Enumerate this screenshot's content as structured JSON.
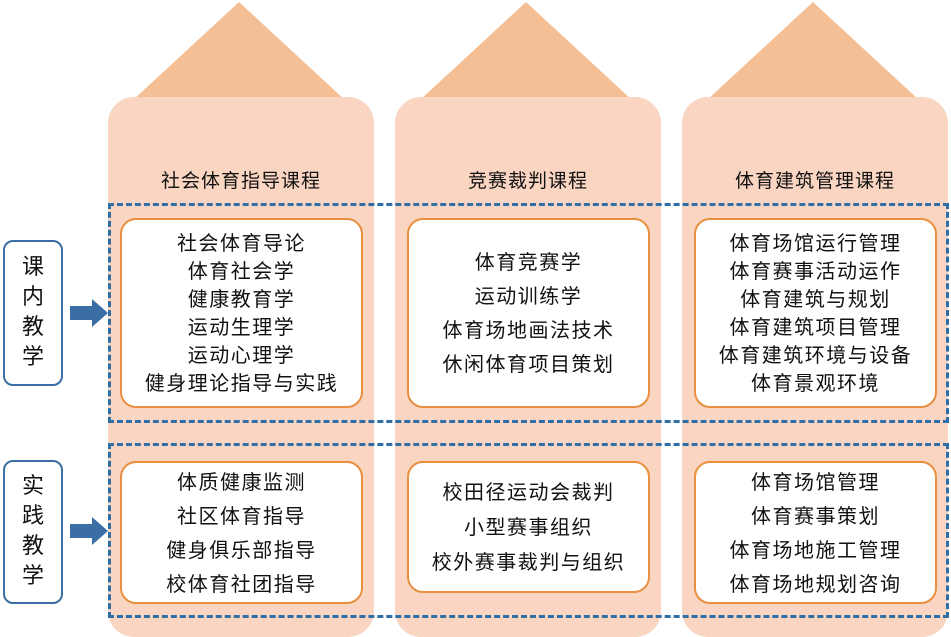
{
  "columns": [
    {
      "title": "社会体育指导课程"
    },
    {
      "title": "竞赛裁判课程"
    },
    {
      "title": "体育建筑管理课程"
    }
  ],
  "rows": [
    {
      "label": [
        "课",
        "内",
        "教",
        "学"
      ]
    },
    {
      "label": [
        "实",
        "践",
        "教",
        "学"
      ]
    }
  ],
  "cells": [
    [
      [
        "社会体育导论",
        "体育社会学",
        "健康教育学",
        "运动生理学",
        "运动心理学",
        "健身理论指导与实践"
      ],
      [
        "体育竞赛学",
        "运动训练学",
        "体育场地画法技术",
        "休闲体育项目策划"
      ],
      [
        "体育场馆运行管理",
        "体育赛事活动运作",
        "体育建筑与规划",
        "体育建筑项目管理",
        "体育建筑环境与设备",
        "体育景观环境"
      ]
    ],
    [
      [
        "体质健康监测",
        "社区体育指导",
        "健身俱乐部指导",
        "校体育社团指导"
      ],
      [
        "校田径运动会裁判",
        "小型赛事组织",
        "校外赛事裁判与组织"
      ],
      [
        "体育场馆管理",
        "体育赛事策划",
        "体育场地施工管理",
        "体育场地规划咨询"
      ]
    ]
  ],
  "colors": {
    "roof": "#f4bf94",
    "column": "#f9d5c2",
    "box_border": "#e8903f",
    "dashed_border": "#2f6fa6",
    "arrow": "#3a6ea5"
  }
}
